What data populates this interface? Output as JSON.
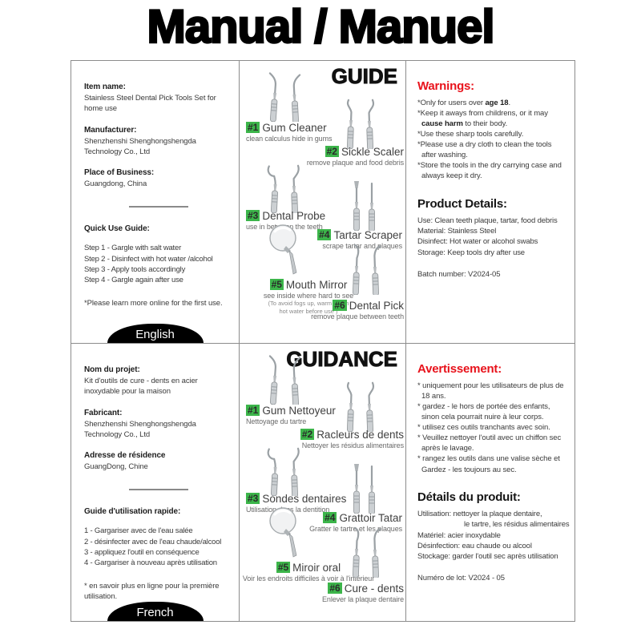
{
  "page": {
    "title": "Manual / Manuel"
  },
  "colors": {
    "warning_red": "#e8121b",
    "badge_green": "#3cb54a",
    "badge_black": "#000000",
    "border_gray": "#8c8c8c"
  },
  "english": {
    "info": {
      "item_label": "Item name:",
      "item_value": "Stainless Steel Dental Pick Tools Set for home use",
      "manufacturer_label": "Manufacturer:",
      "manufacturer_value": "Shenzhenshi Shenghongshengda Technology Co., Ltd",
      "place_label": "Place of Business:",
      "place_value": "Guangdong, China",
      "quick_guide_title": "Quick Use Guide:",
      "steps": [
        "Step 1 - Gargle with salt water",
        "Step 2 - Disinfect with hot water /alcohol",
        "Step 3 - Apply tools accordingly",
        "Step 4 - Gargle again after use"
      ],
      "note": "*Please learn more online for the first use.",
      "badge": "English"
    },
    "guide": {
      "title": "GUIDE",
      "tools": [
        {
          "num": "#1",
          "name": "Gum Cleaner",
          "desc": "clean calculus hide in gums"
        },
        {
          "num": "#2",
          "name": "Sickle Scaler",
          "desc": "remove plaque and food debris"
        },
        {
          "num": "#3",
          "name": "Dental Probe",
          "desc": "use in between the teeth"
        },
        {
          "num": "#4",
          "name": "Tartar Scraper",
          "desc": "scrape tartar and plaques"
        },
        {
          "num": "#5",
          "name": "Mouth Mirror",
          "desc": "see inside where hard to see",
          "note1": "(To avoid fogs up, warm it with",
          "note2": "hot water before use )"
        },
        {
          "num": "#6",
          "name": "Dental Pick",
          "desc": "remove plaque between teeth"
        }
      ]
    },
    "warnings": {
      "title": "Warnings:",
      "items": [
        {
          "pre": "*Only for users over ",
          "bold": "age 18",
          "post": "."
        },
        {
          "pre": "*Keep it aways from childrens, or it may ",
          "bold": "cause harm",
          "post": " to their body."
        },
        {
          "pre": "*Use these sharp tools carefully.",
          "bold": "",
          "post": ""
        },
        {
          "pre": "*Please use a dry cloth to clean the tools after washing.",
          "bold": "",
          "post": ""
        },
        {
          "pre": "*Store the tools in the dry carrying case and always keep it dry.",
          "bold": "",
          "post": ""
        }
      ]
    },
    "product": {
      "title": "Product Details:",
      "lines": [
        "Use: Clean teeth plaque, tartar, food debris",
        "Material: Stainless Steel",
        "Disinfect: Hot water or alcohol swabs",
        "Storage: Keep tools dry after use"
      ],
      "batch": "Batch number: V2024-05"
    }
  },
  "french": {
    "info": {
      "item_label": "Nom du projet:",
      "item_value": "Kit d'outils de cure - dents en acier inoxydable pour la maison",
      "manufacturer_label": "Fabricant:",
      "manufacturer_value": "Shenzhenshi Shenghongshengda Technology Co., Ltd",
      "place_label": "Adresse de résidence",
      "place_value": "GuangDong, Chine",
      "quick_guide_title": "Guide d'utilisation rapide:",
      "steps": [
        "1 - Gargariser avec de l'eau salée",
        "2 - désinfecter avec de l'eau chaude/alcool",
        "3 - appliquez l'outil en conséquence",
        "4 - Gargariser à nouveau après utilisation"
      ],
      "note": "* en savoir plus en ligne pour la première utilisation.",
      "badge": "French"
    },
    "guide": {
      "title": "GUIDANCE",
      "tools": [
        {
          "num": "#1",
          "name": "Gum Nettoyeur",
          "desc": "Nettoyage du tartre"
        },
        {
          "num": "#2",
          "name": "Racleurs de dents",
          "desc": "Nettoyer les résidus alimentaires"
        },
        {
          "num": "#3",
          "name": "Sondes dentaires",
          "desc": "Utilisation dans la dentition"
        },
        {
          "num": "#4",
          "name": "Grattoir Tatar",
          "desc": "Gratter le tartre et les plaques"
        },
        {
          "num": "#5",
          "name": "Miroir oral",
          "desc": "Voir les endroits difficiles à voir à l'intérieur"
        },
        {
          "num": "#6",
          "name": "Cure - dents",
          "desc": "Enlever la plaque dentaire"
        }
      ]
    },
    "warnings": {
      "title": "Avertissement:",
      "items": [
        "* uniquement pour les utilisateurs de plus de 18 ans.",
        "* gardez - le hors de portée des enfants, sinon cela pourrait nuire à leur corps.",
        "* utilisez ces outils tranchants avec soin.",
        "* Veuillez nettoyer l'outil avec un chiffon sec après le lavage.",
        "* rangez les outils dans une valise sèche et Gardez - les toujours au sec."
      ]
    },
    "product": {
      "title": "Détails du produit:",
      "lines": [
        "Utilisation: nettoyer la plaque dentaire,",
        "le tartre, les résidus alimentaires",
        "Matériel: acier inoxydable",
        "Désinfection: eau chaude ou alcool",
        "Stockage: garder l'outil sec après utilisation"
      ],
      "batch": "Numéro de lot: V2024 - 05"
    }
  }
}
